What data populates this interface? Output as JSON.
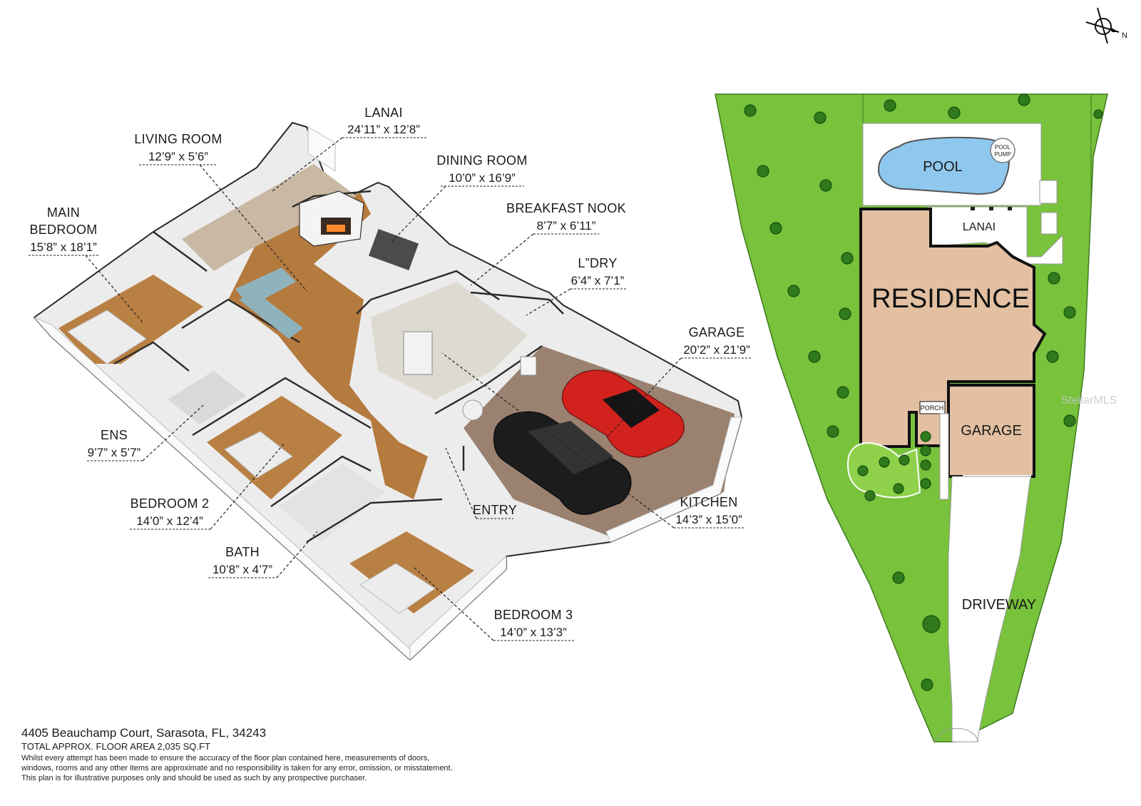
{
  "rooms": [
    {
      "name": "LANAI",
      "dims": "24’11” x 12’8”"
    },
    {
      "name": "LIVING ROOM",
      "dims": "12’9” x 5’6”"
    },
    {
      "name": "DINING ROOM",
      "dims": "10’0” x 16’9”"
    },
    {
      "name": "BREAKFAST NOOK",
      "dims": "8’7” x 6’11”"
    },
    {
      "name": "MAIN\nBEDROOM",
      "line1": "MAIN",
      "line2": "BEDROOM",
      "dims": "15’8” x 18’1”"
    },
    {
      "name": "L”DRY",
      "dims": "6’4” x 7’1”"
    },
    {
      "name": "GARAGE",
      "dims": "20’2” x 21’9”"
    },
    {
      "name": "ENS",
      "dims": "9’7” x 5’7”"
    },
    {
      "name": "BEDROOM 2",
      "dims": "14’0” x 12’4”"
    },
    {
      "name": "ENTRY",
      "dims": ""
    },
    {
      "name": "KITCHEN",
      "dims": "14’3” x 15’0”"
    },
    {
      "name": "BATH",
      "dims": "10’8” x 4’7”"
    },
    {
      "name": "BEDROOM 3",
      "dims": "14’0” x 13’3”"
    }
  ],
  "site_plan": {
    "pool": "POOL",
    "pool_pump": [
      "POOL",
      "PUMP"
    ],
    "lanai": "LANAI",
    "residence": "RESIDENCE",
    "porch": "PORCH",
    "garage": "GARAGE",
    "driveway": "DRIVEWAY"
  },
  "compass": {
    "label": "N"
  },
  "footer": {
    "address": "4405 Beauchamp Court, Sarasota, FL, 34243",
    "total_area": "TOTAL APPROX. FLOOR AREA 2,035 SQ.FT",
    "disclaimer_1": "Whilst every attempt has been made to ensure the accuracy of the floor plan contained here, measurements of doors,",
    "disclaimer_2": "windows, rooms and any other items are approximate and no responsibility is taken for any error, omission, or misstatement.",
    "disclaimer_3": "This plan is for illustrative purposes only and should be used as such by any prospective purchaser."
  },
  "watermark": "StellarMLS",
  "colors": {
    "lawn": "#78c23c",
    "residence": "#e2c0a1",
    "pool": "#8fc8ee",
    "floor_wood": "#b87a3e",
    "floor_tile": "#d8d4cc",
    "wall": "#f2f2f2",
    "car_red": "#d2221e",
    "car_black": "#1c1c1c"
  }
}
